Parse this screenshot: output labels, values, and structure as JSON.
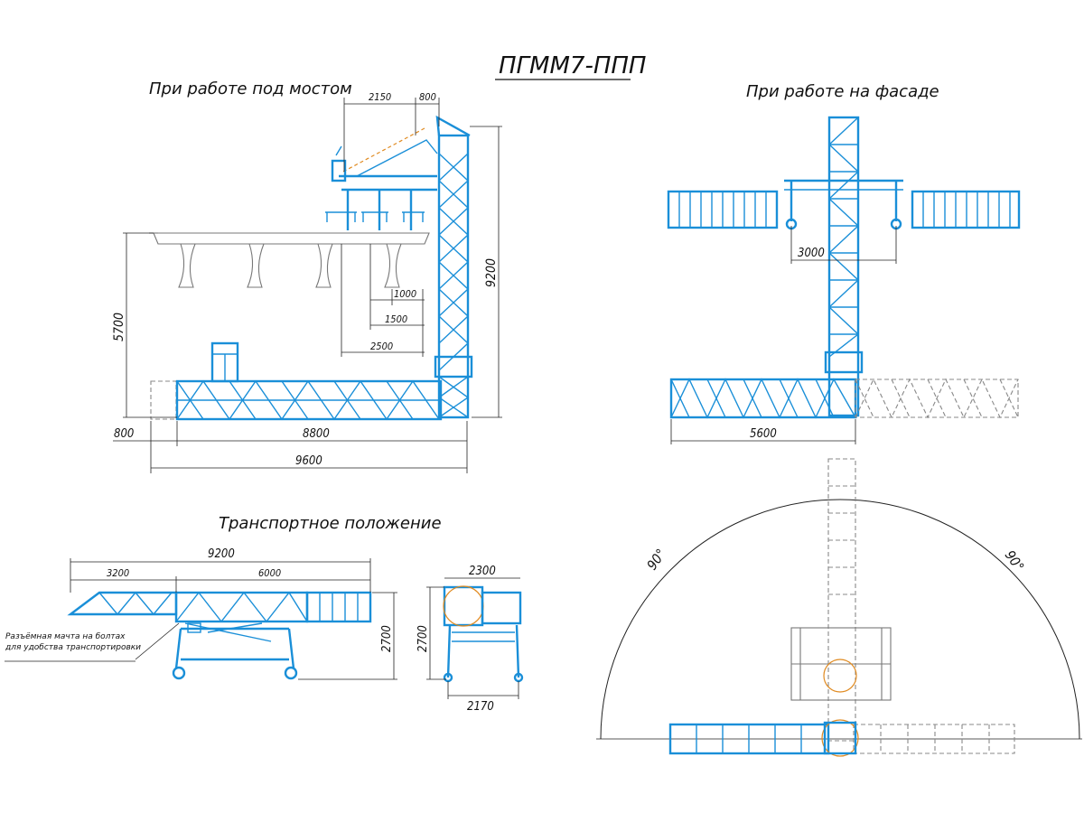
{
  "drawing": {
    "title": "ПГММ7-ППП",
    "views": {
      "bridge": {
        "title": "При работе под мостом"
      },
      "facade": {
        "title": "При работе на фасаде"
      },
      "transport": {
        "title": "Транспортное положение"
      }
    },
    "dimensions": {
      "d2150": "2150",
      "d800a": "800",
      "d9200": "9200",
      "d5700": "5700",
      "d1000": "1000",
      "d1500": "1500",
      "d2500": "2500",
      "d800b": "800",
      "d8800": "8800",
      "d9600": "9600",
      "d3000": "3000",
      "d5600": "5600",
      "t9200": "9200",
      "t3200": "3200",
      "t6000": "6000",
      "t2700a": "2700",
      "t2300": "2300",
      "t2700b": "2700",
      "t2170": "2170",
      "a90l": "90°",
      "a90r": "90°"
    },
    "note": {
      "line1": "Разъёмная мачта на болтах",
      "line2": "для удобства транспортировки"
    },
    "colors": {
      "structure": "#1a8fd8",
      "ghost": "#888888",
      "accent": "#e08a20"
    }
  }
}
